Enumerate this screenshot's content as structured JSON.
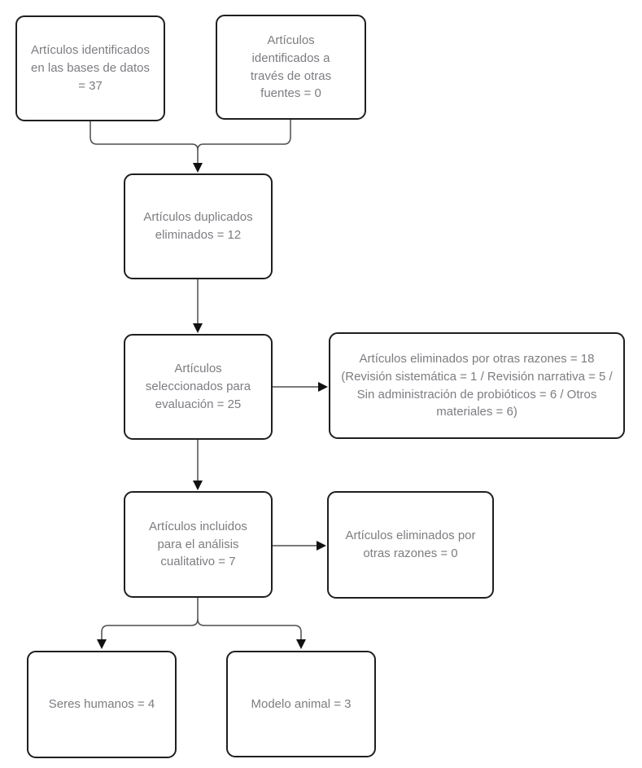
{
  "diagram": {
    "title": "PRISMA article selection flow diagram",
    "boxes": {
      "identified_db": {
        "text": "Artículos identificados en las bases de datos = 37",
        "count": 37
      },
      "identified_other": {
        "text": "Artículos identificados a través de otras fuentes = 0",
        "count": 0
      },
      "duplicates_removed": {
        "text": "Artículos duplicados eliminados = 12",
        "count": 12
      },
      "selected_evaluation": {
        "text": "Artículos seleccionados para evaluación = 25",
        "count": 25
      },
      "excluded_reasons": {
        "text": "Artículos eliminados por otras razones = 18 (Revisión sistemática = 1 / Revisión narrativa = 5 / Sin administración de probióticos = 6 / Otros materiales = 6)",
        "count": 18
      },
      "included_qualitative": {
        "text": "Artículos incluidos para el análisis cualitativo = 7",
        "count": 7
      },
      "excluded_zero": {
        "text": "Artículos eliminados por otras razones = 0",
        "count": 0
      },
      "humans": {
        "text": "Seres humanos = 4",
        "count": 4
      },
      "animal_model": {
        "text": "Modelo animal = 3",
        "count": 3
      }
    },
    "colors": {
      "background": "#ffffff",
      "box_background": "#ffffff",
      "box_border": "#1f1f1f",
      "text": "#7d7d82",
      "connector": "#4d4d4d",
      "arrowhead": "#111111"
    }
  }
}
